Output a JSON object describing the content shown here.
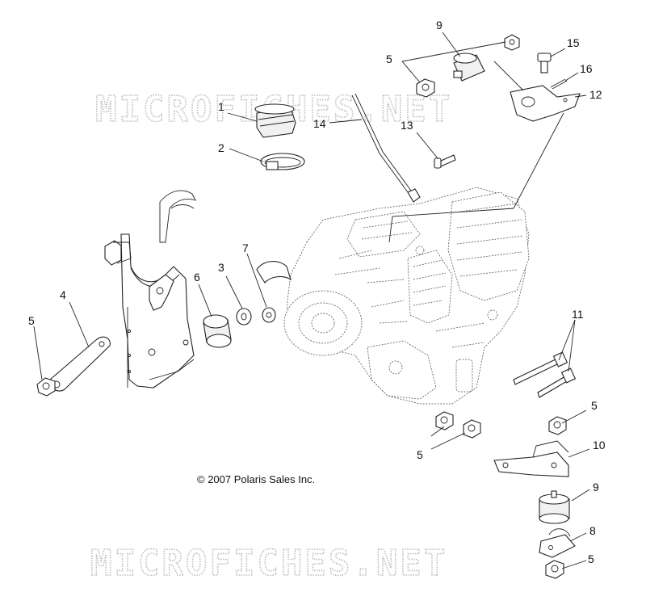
{
  "watermarks": [
    "MICROFICHES.NET",
    "MICROFICHES.NET"
  ],
  "copyright": "© 2007 Polaris Sales Inc.",
  "callouts": [
    {
      "id": "c1",
      "label": "1"
    },
    {
      "id": "c2",
      "label": "2"
    },
    {
      "id": "c3",
      "label": "3"
    },
    {
      "id": "c4",
      "label": "4"
    },
    {
      "id": "c5a",
      "label": "5"
    },
    {
      "id": "c5b",
      "label": "5"
    },
    {
      "id": "c5c",
      "label": "5"
    },
    {
      "id": "c5d",
      "label": "5"
    },
    {
      "id": "c5e",
      "label": "5"
    },
    {
      "id": "c6",
      "label": "6"
    },
    {
      "id": "c7",
      "label": "7"
    },
    {
      "id": "c8",
      "label": "8"
    },
    {
      "id": "c9a",
      "label": "9"
    },
    {
      "id": "c9b",
      "label": "9"
    },
    {
      "id": "c10",
      "label": "10"
    },
    {
      "id": "c11",
      "label": "11"
    },
    {
      "id": "c12",
      "label": "12"
    },
    {
      "id": "c13",
      "label": "13"
    },
    {
      "id": "c14",
      "label": "14"
    },
    {
      "id": "c15",
      "label": "15"
    },
    {
      "id": "c16",
      "label": "16"
    }
  ]
}
